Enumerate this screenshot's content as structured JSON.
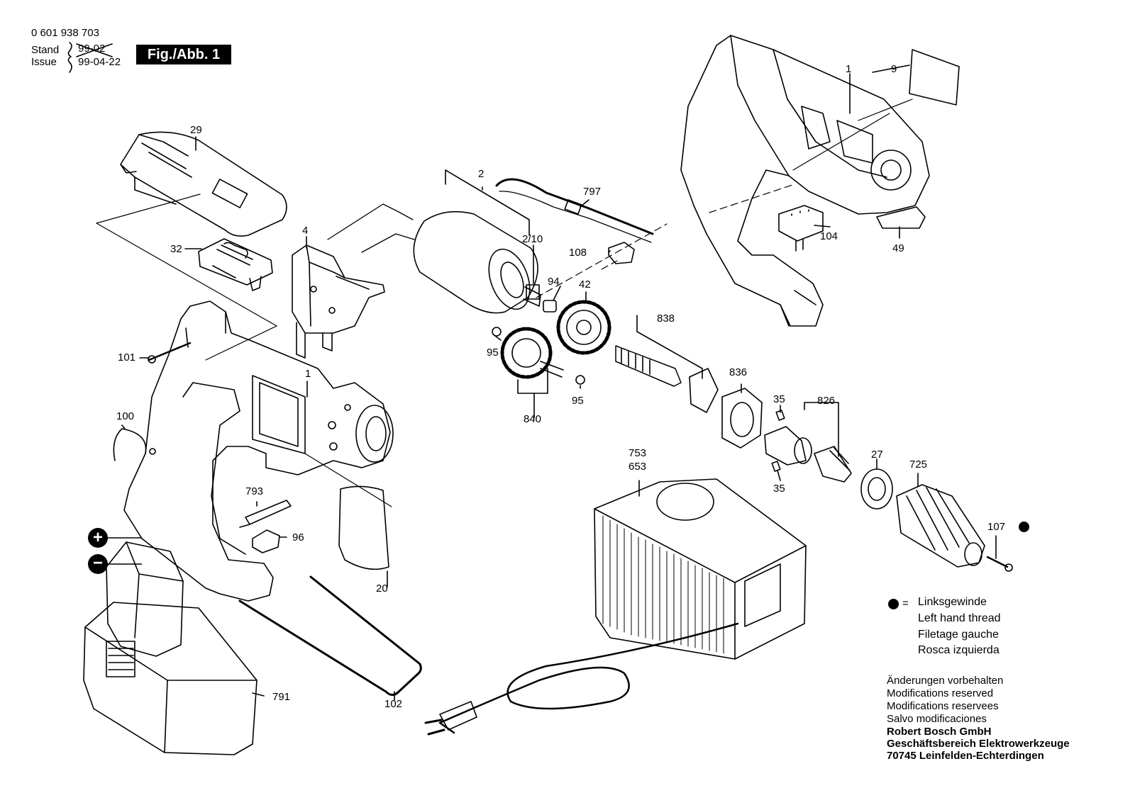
{
  "header": {
    "part_number": "0 601 938 703",
    "stand_label": "Stand",
    "issue_label": "Issue",
    "old_date": "99-02",
    "issue_date": "99-04-22",
    "figure_badge": "Fig./Abb. 1"
  },
  "callouts": {
    "c1a": "1",
    "c1b": "1",
    "c2": "2",
    "c2_10": "2/10",
    "c4": "4",
    "c9": "9",
    "c20": "20",
    "c27": "27",
    "c29": "29",
    "c32": "32",
    "c35a": "35",
    "c35b": "35",
    "c42": "42",
    "c49": "49",
    "c94": "94",
    "c95a": "95",
    "c95b": "95",
    "c96": "96",
    "c100": "100",
    "c101": "101",
    "c102": "102",
    "c104": "104",
    "c107": "107",
    "c108": "108",
    "c653": "653",
    "c725": "725",
    "c753": "753",
    "c791": "791",
    "c793": "793",
    "c797": "797",
    "c826": "826",
    "c836": "836",
    "c838": "838",
    "c840": "840"
  },
  "legend": {
    "equals": "=",
    "de": "Linksgewinde",
    "en": "Left hand thread",
    "fr": "Filetage gauche",
    "es": "Rosca izquierda"
  },
  "footer": {
    "line1": "Änderungen vorbehalten",
    "line2": "Modifications reserved",
    "line3": "Modifications reservees",
    "line4": "Salvo modificaciones",
    "company": "Robert Bosch GmbH",
    "division": "Geschäftsbereich Elektrowerkzeuge",
    "address": "70745 Leinfelden-Echterdingen"
  },
  "icons": {
    "plus": "plus-terminal-icon",
    "minus": "minus-terminal-icon"
  }
}
